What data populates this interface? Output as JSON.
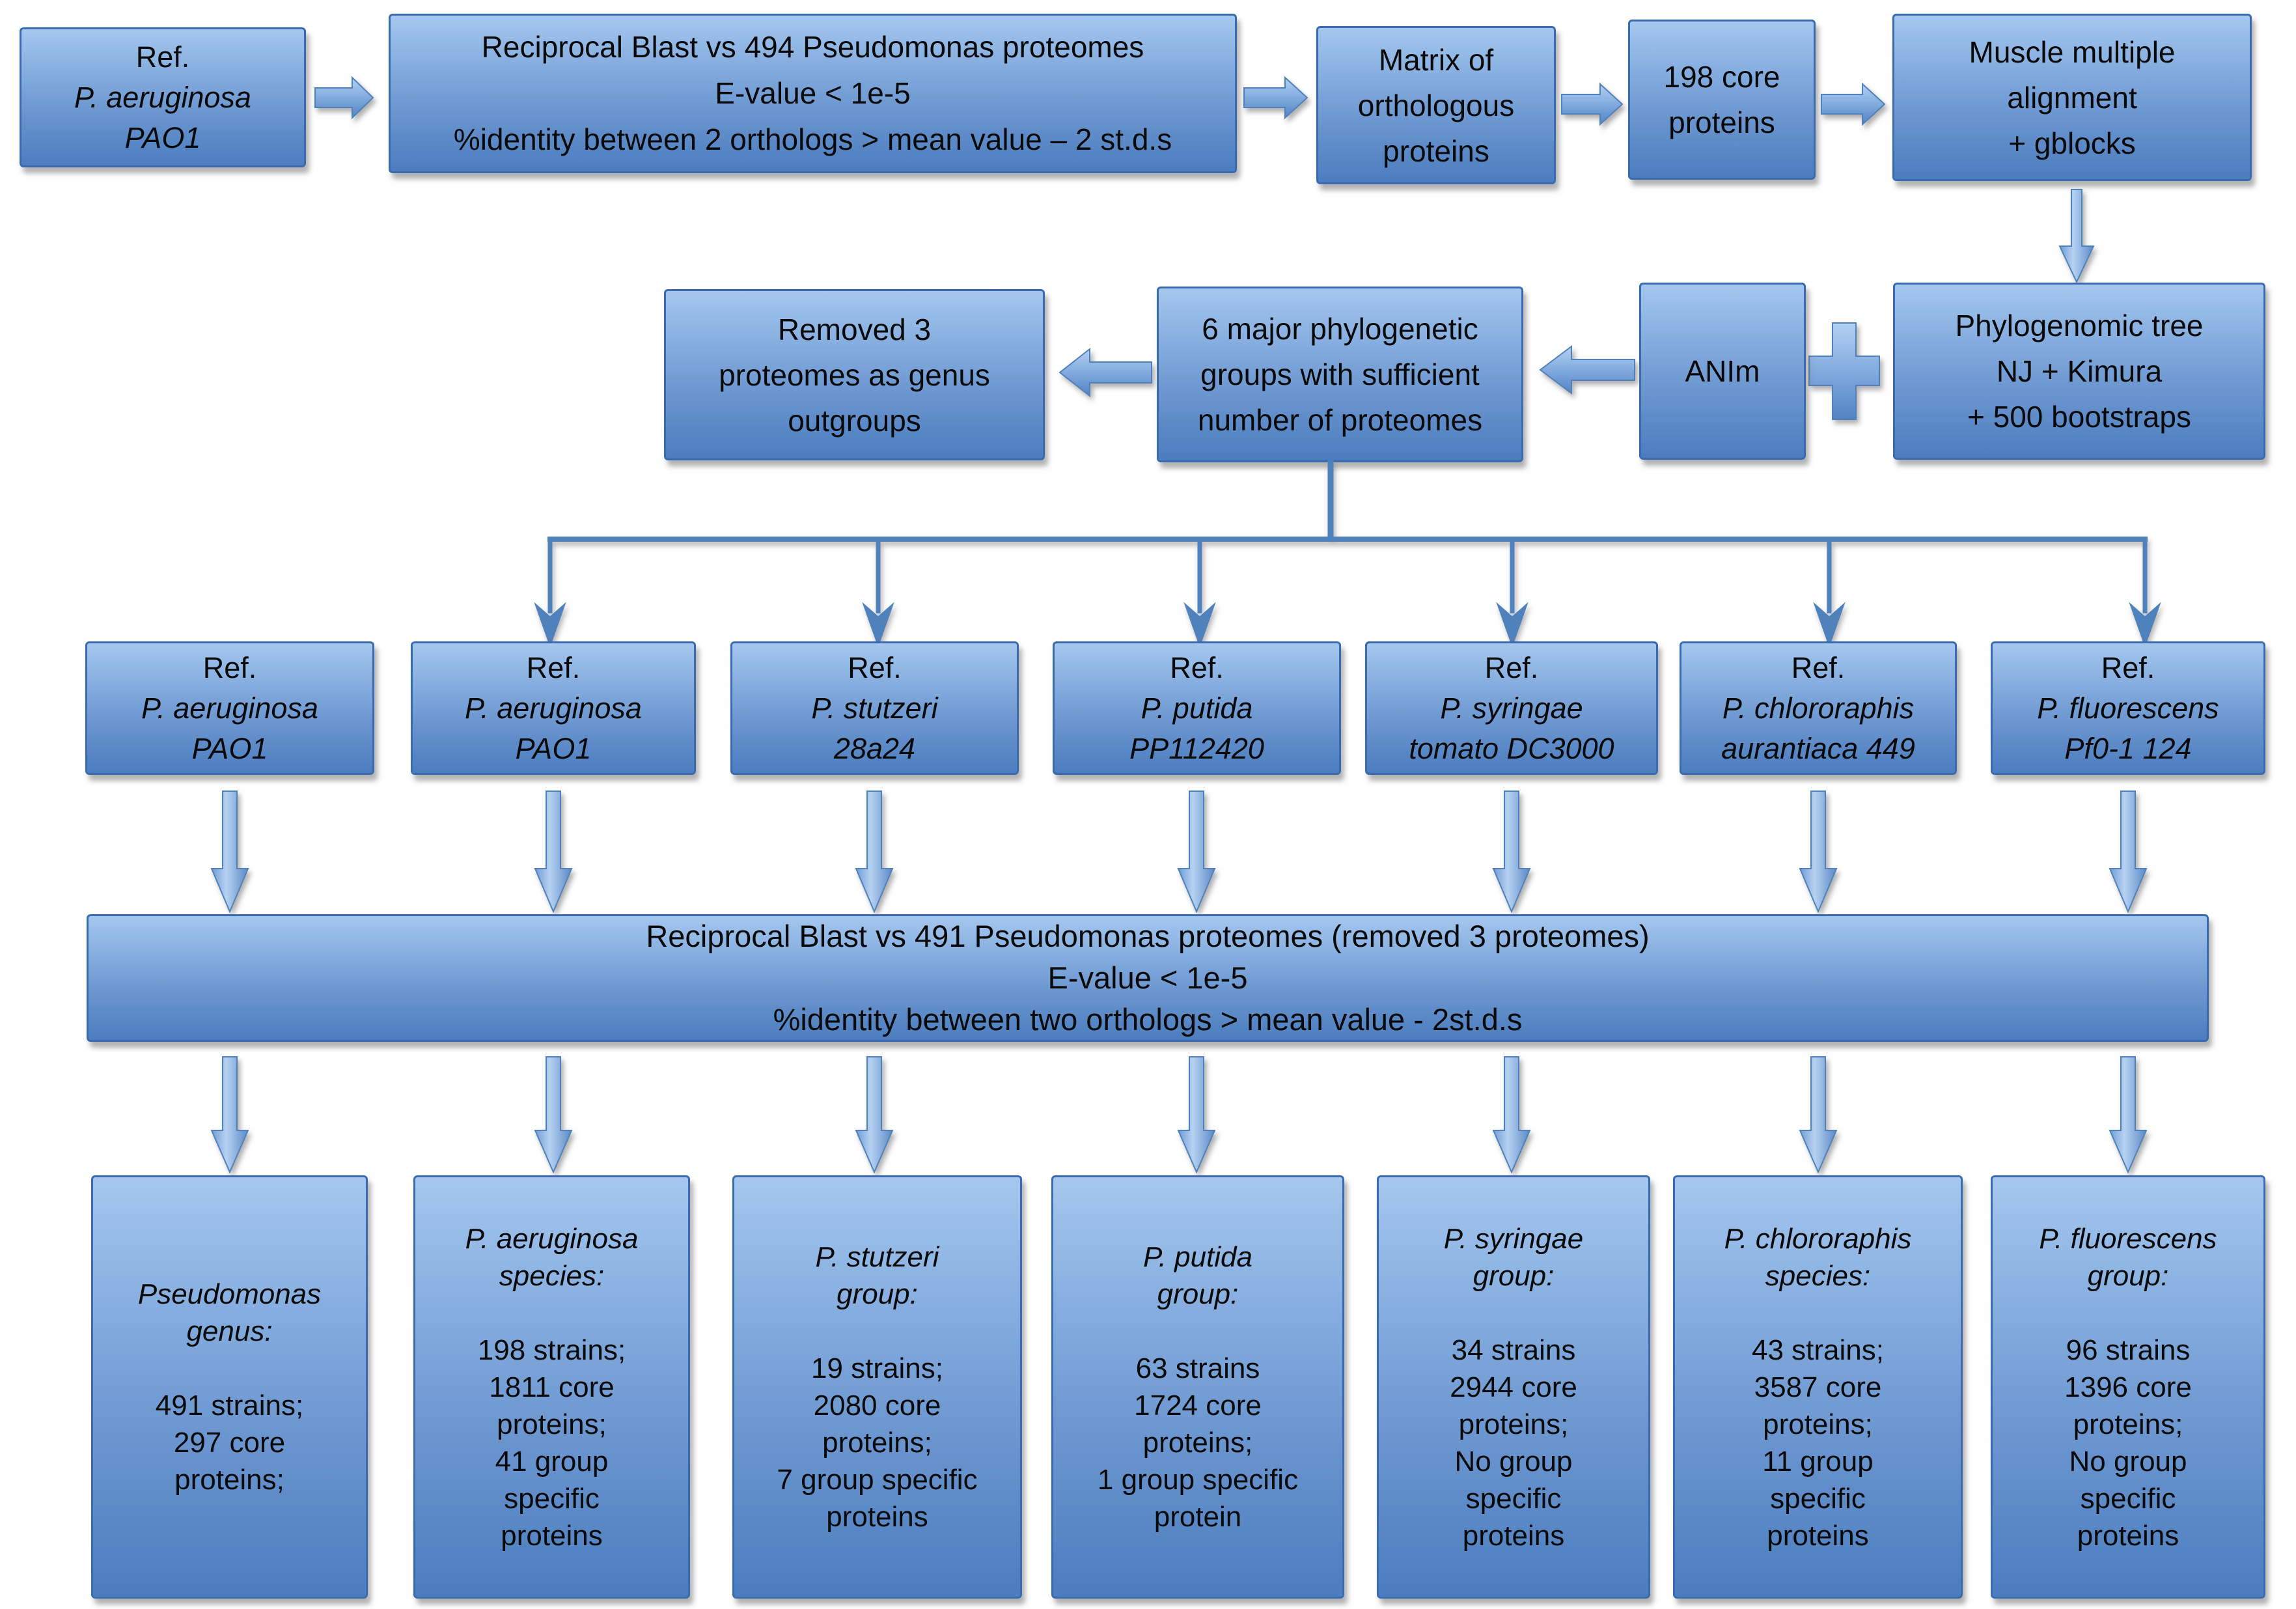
{
  "top": {
    "ref": {
      "label": "Ref.",
      "name": "P. aeruginosa\nPAO1"
    },
    "blast": {
      "text": "Reciprocal Blast vs 494 Pseudomonas proteomes\nE-value < 1e-5\n%identity between 2 orthologs > mean value – 2 st.d.s"
    },
    "matrix": {
      "text": "Matrix of\northologous\nproteins"
    },
    "core": {
      "text": "198 core\nproteins"
    },
    "muscle": {
      "text": "Muscle multiple\nalignment\n+ gblocks"
    }
  },
  "mid": {
    "phylo": {
      "text": "Phylogenomic tree\nNJ + Kimura\n+ 500 bootstraps"
    },
    "anim": {
      "text": "ANIm"
    },
    "plus": {
      "symbol": "+"
    },
    "groups": {
      "text": "6 major phylogenetic\ngroups with sufficient\nnumber of proteomes"
    },
    "removed": {
      "text": "Removed 3\nproteomes as genus\noutgroups"
    }
  },
  "refs": [
    {
      "label": "Ref.",
      "name": "P. aeruginosa\nPAO1"
    },
    {
      "label": "Ref.",
      "name": "P. aeruginosa\nPAO1"
    },
    {
      "label": "Ref.",
      "name": "P. stutzeri\n28a24"
    },
    {
      "label": "Ref.",
      "name": "P. putida\nPP112420"
    },
    {
      "label": "Ref.",
      "name": "P. syringae\ntomato DC3000"
    },
    {
      "label": "Ref.",
      "name": "P. chlororaphis\naurantiaca 449"
    },
    {
      "label": "Ref.",
      "name": "P. fluorescens\nPf0-1 124"
    }
  ],
  "wide": {
    "text": "Reciprocal Blast vs 491 Pseudomonas proteomes (removed 3 proteomes)\nE-value < 1e-5\n%identity between two orthologs > mean value - 2st.d.s"
  },
  "results": [
    {
      "title": "Pseudomonas\ngenus:",
      "stats": "491 strains;\n297 core\nproteins;"
    },
    {
      "title": "P. aeruginosa\nspecies:",
      "stats": "198 strains;\n1811 core\nproteins;\n41 group\nspecific\nproteins"
    },
    {
      "title": "P. stutzeri\ngroup:",
      "stats": "19 strains;\n2080 core\nproteins;\n7 group specific\nproteins"
    },
    {
      "title": "P. putida\ngroup:",
      "stats": "63 strains\n1724 core\nproteins;\n1 group specific\nprotein"
    },
    {
      "title": "P. syringae\ngroup:",
      "stats": "34 strains\n2944 core\nproteins;\nNo group\nspecific\nproteins"
    },
    {
      "title": "P. chlororaphis\nspecies:",
      "stats": "43 strains;\n3587 core\nproteins;\n11 group\nspecific\nproteins"
    },
    {
      "title": "P. fluorescens\ngroup:",
      "stats": "96 strains\n1396 core\nproteins;\nNo group\nspecific\nproteins"
    }
  ],
  "colors": {
    "box_border": "#3a6bb0",
    "box_gradient_top": "#a5c7ef",
    "box_gradient_bottom": "#4b7dbf",
    "connector": "#4f81bd",
    "text": "#0a0a0a"
  }
}
